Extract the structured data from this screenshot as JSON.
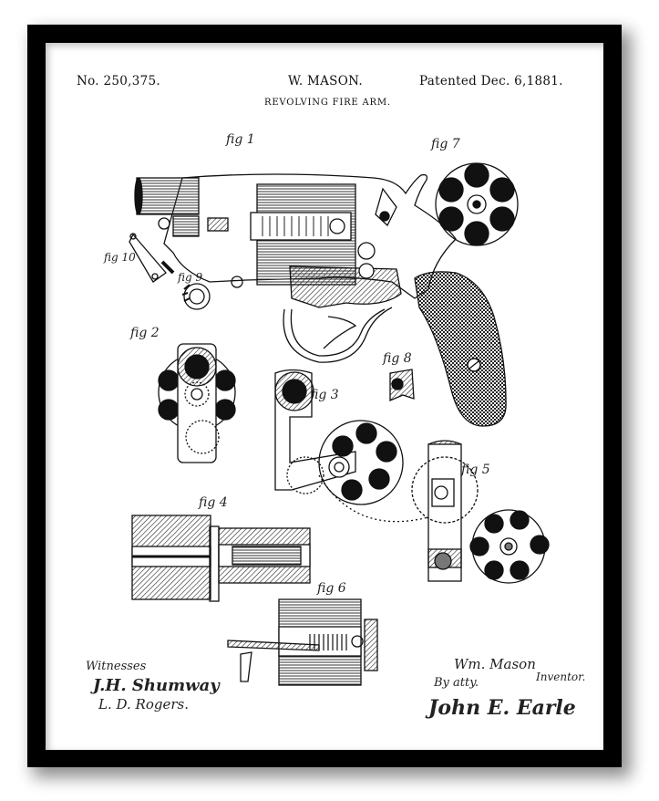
{
  "header": {
    "patent_number": "No. 250,375.",
    "inventor": "W. MASON.",
    "date": "Patented Dec. 6,1881.",
    "title": "REVOLVING FIRE ARM."
  },
  "figures": {
    "fig1": "fig 1",
    "fig2": "fig 2",
    "fig3": "fig 3",
    "fig4": "fig 4",
    "fig5": "fig 5",
    "fig6": "fig 6",
    "fig7": "fig 7",
    "fig8": "fig 8",
    "fig9": "fig 9",
    "fig10": "fig 10"
  },
  "signatures": {
    "witnesses_label": "Witnesses",
    "witness_1": "J.H. Shumway",
    "witness_2": "L. D. Rogers.",
    "inventor_name": "Wm. Mason",
    "inventor_label": "Inventor.",
    "attorney_label": "By atty.",
    "attorney_name": "John E. Earle"
  },
  "colors": {
    "frame": "#000000",
    "mat": "#ffffff",
    "ink": "#111111"
  }
}
